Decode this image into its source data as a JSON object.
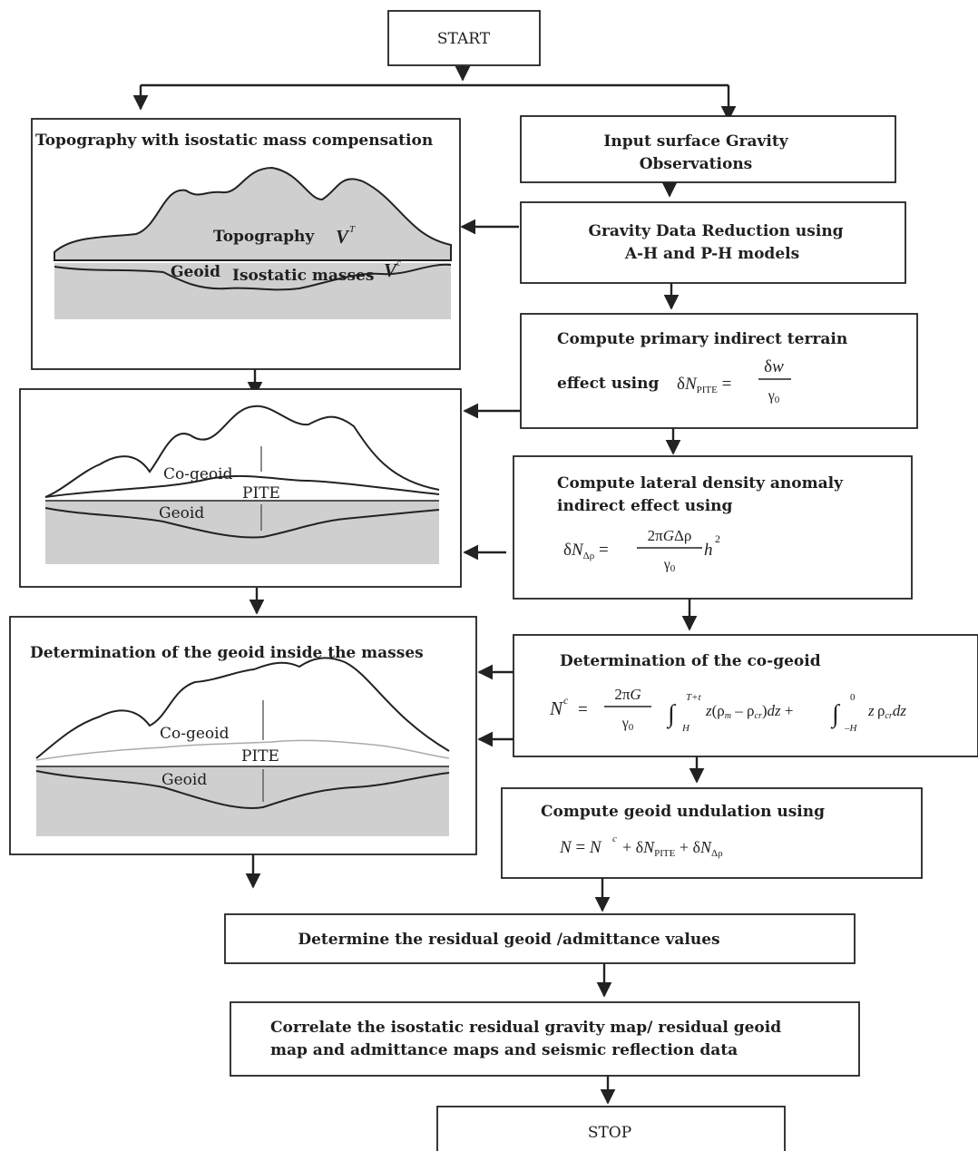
{
  "flowchart": {
    "start": "START",
    "stop": "STOP",
    "input": [
      "Input surface Gravity",
      "Observations"
    ],
    "reduction": [
      "Gravity Data Reduction using",
      "A-H and P-H models"
    ],
    "pite": {
      "line1": "Compute primary indirect terrain",
      "line2": "effect using"
    },
    "lateral": [
      "Compute lateral density anomaly",
      "indirect effect using"
    ],
    "cogeoid": "Determination of the co-geoid",
    "undulation": "Compute geoid undulation using",
    "residual": "Determine the residual geoid /admittance values",
    "correlate": [
      "Correlate the isostatic residual gravity map/ residual geoid",
      "map and admittance maps and seismic reflection data"
    ]
  },
  "panels": {
    "panel1": {
      "title": "Topography with isostatic mass compensation",
      "topography": "Topography",
      "geoid": "Geoid",
      "isostatic": "Isostatic masses"
    },
    "panel2": {
      "cogeoid": "Co-geoid",
      "pite": "PITE",
      "geoid": "Geoid"
    },
    "panel3": {
      "title": "Determination of the geoid inside the masses",
      "cogeoid": "Co-geoid",
      "pite": "PITE",
      "geoid": "Geoid"
    }
  }
}
